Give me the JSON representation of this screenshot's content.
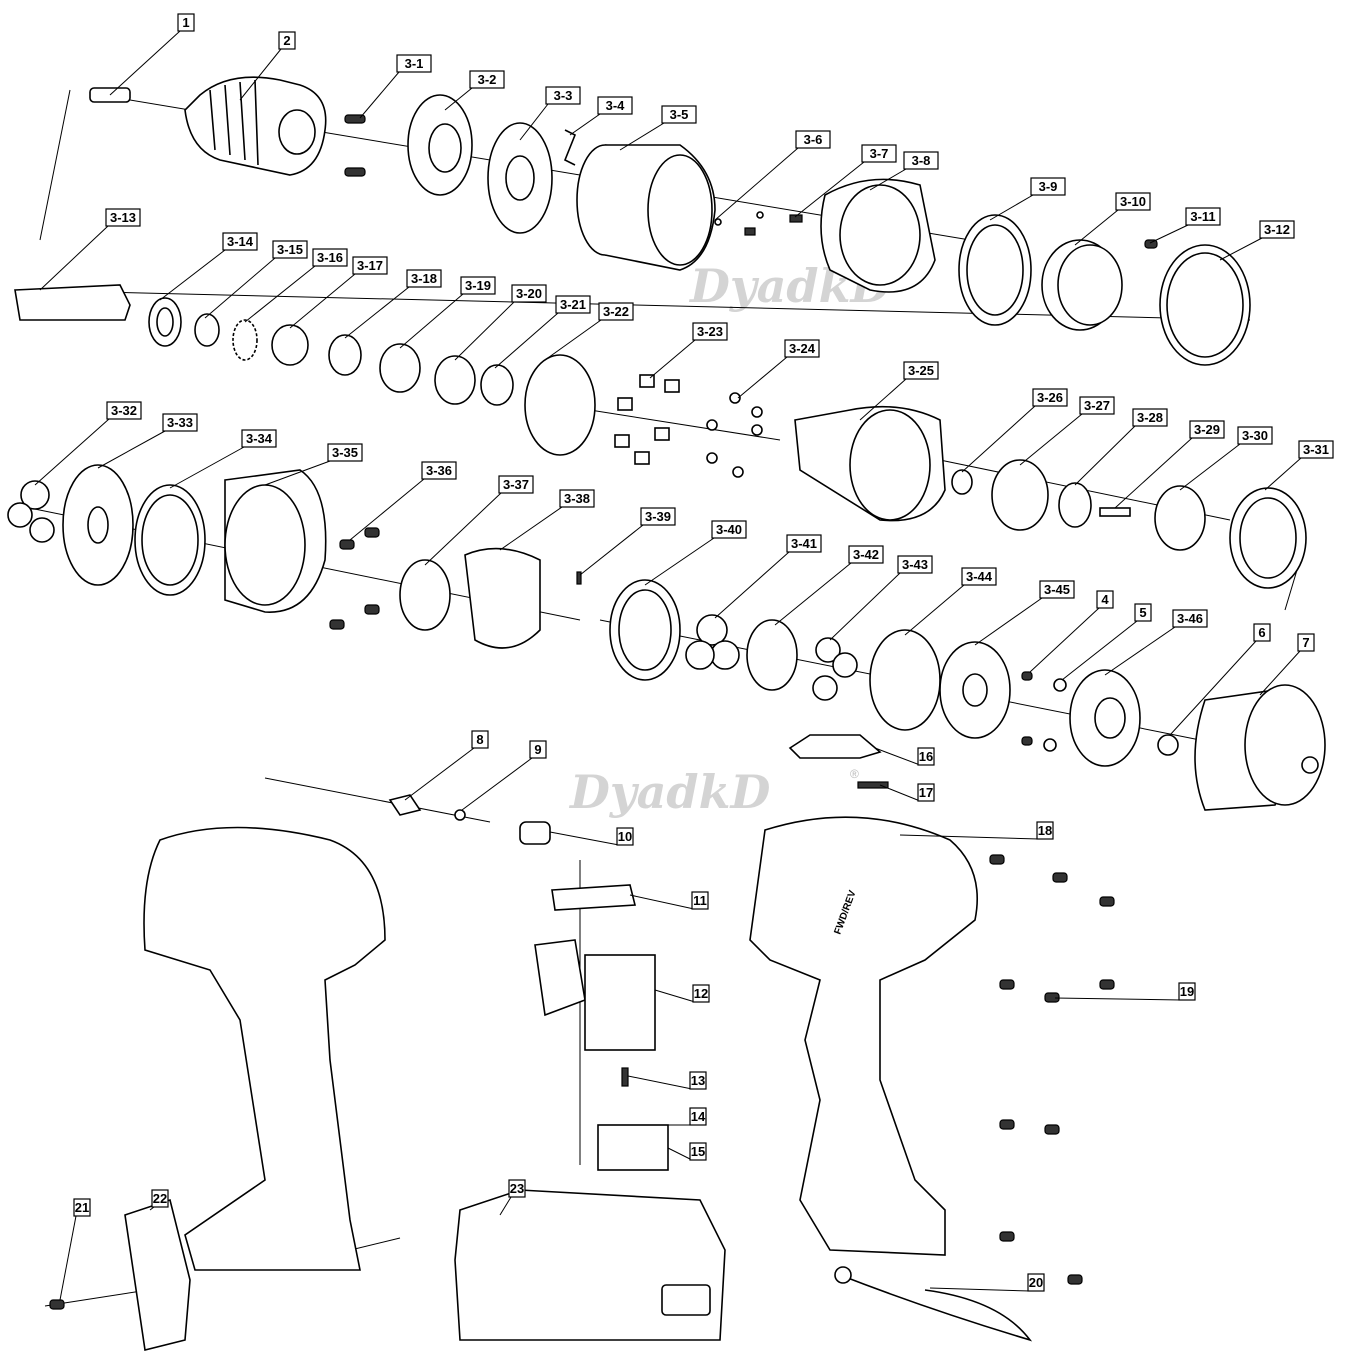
{
  "title": "Cordless drill exploded parts diagram",
  "watermark": "DyadkD",
  "watermark_mark": "®",
  "part_labels": [
    "1",
    "2",
    "3-1",
    "3-2",
    "3-3",
    "3-4",
    "3-5",
    "3-6",
    "3-7",
    "3-8",
    "3-9",
    "3-10",
    "3-11",
    "3-12",
    "3-13",
    "3-14",
    "3-15",
    "3-16",
    "3-17",
    "3-18",
    "3-19",
    "3-20",
    "3-21",
    "3-22",
    "3-23",
    "3-24",
    "3-25",
    "3-26",
    "3-27",
    "3-28",
    "3-29",
    "3-30",
    "3-31",
    "3-32",
    "3-33",
    "3-34",
    "3-35",
    "3-36",
    "3-37",
    "3-38",
    "3-39",
    "3-40",
    "3-41",
    "3-42",
    "3-43",
    "3-44",
    "3-45",
    "4",
    "5",
    "3-46",
    "6",
    "7",
    "8",
    "9",
    "10",
    "11",
    "12",
    "13",
    "14",
    "15",
    "16",
    "17",
    "18",
    "19",
    "20",
    "21",
    "22",
    "23"
  ],
  "housing_marking": "FWD/REV"
}
